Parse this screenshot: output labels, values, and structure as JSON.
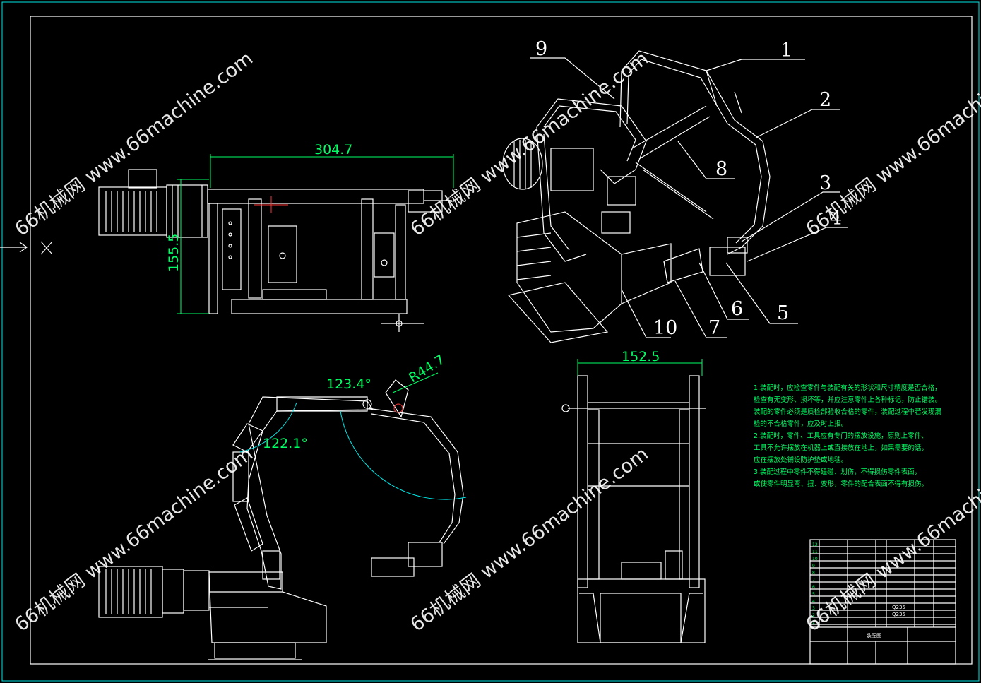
{
  "drawing": {
    "dimensions": {
      "top_view_width": "304.7",
      "top_view_height": "155.5",
      "side_view_width": "152.5",
      "angle_a": "123.4°",
      "angle_b": "122.1°",
      "radius": "R44.7"
    },
    "balloons": [
      "1",
      "2",
      "3",
      "4",
      "5",
      "6",
      "7",
      "8",
      "9",
      "10"
    ],
    "watermark": {
      "text": "66机械网 www.66machine.com",
      "tile_text": "www.66machine.com"
    },
    "notes": [
      "1.装配时，应检查零件与装配有关的形状和尺寸精度是否合格，",
      "检查有无变形、损坏等，并应注意零件上各种标记，防止错装。",
      "装配的零件必须是质检部验收合格的零件，装配过程中若发现漏",
      "检的不合格零件，应及时上报。",
      "2.装配时，零件、工具应有专门的摆放设施，原则上零件、",
      "工具不允许摆放在机器上或直接放在地上，如果需要的话，",
      "应在摆放处铺设防护垫或地毯。",
      "3.装配过程中零件不得磕碰、划伤，不得损伤零件表面，",
      "或使零件明显弯、扭、变形，零件的配合表面不得有损伤。"
    ],
    "title_block": {
      "drawing_name": "装配图",
      "material_1": "Q235",
      "material_2": "Q235",
      "row_numbers": [
        "12",
        "11",
        "10",
        "9",
        "8",
        "7",
        "6",
        "5",
        "4",
        "3",
        "2",
        "1"
      ]
    },
    "colors": {
      "background": "#000000",
      "lines": "#ffffff",
      "dimensions": "#00ff66",
      "frame": "#00e5e5",
      "centerline": "#ff3333"
    }
  }
}
